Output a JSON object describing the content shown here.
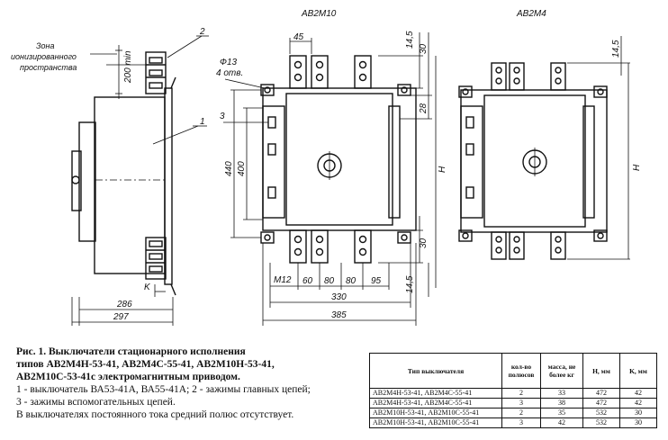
{
  "views": {
    "side": {
      "zone_label_1": "Зона",
      "zone_label_2": "ионизированного",
      "zone_label_3": "пространства",
      "dim_min": "200 min",
      "callout_2": "2",
      "callout_1": "1",
      "dim_286": "286",
      "dim_297": "297",
      "dim_k": "K"
    },
    "front_ab2m10": {
      "title": "АВ2М10",
      "hole_label": "Ф13",
      "holes_count": "4 отв.",
      "callout_3": "3",
      "dim_45": "45",
      "dim_14_5_top": "14,5",
      "dim_30_top": "30",
      "dim_28": "28",
      "dim_h": "H",
      "dim_400": "400",
      "dim_440": "440",
      "dim_30_bottom": "30",
      "dim_14_5_bottom": "14,5",
      "bolt": "M12",
      "dim_60": "60",
      "dim_80a": "80",
      "dim_80b": "80",
      "dim_95": "95",
      "dim_330": "330",
      "dim_385": "385"
    },
    "front_ab2m4": {
      "title": "АВ2М4",
      "dim_14_5": "14,5",
      "dim_h": "H"
    }
  },
  "caption": {
    "line1": "Рис. 1. Выключатели стационарного исполнения",
    "line2": "типов АВ2М4Н-53-41, АВ2М4С-55-41, АВ2М10Н-53-41,",
    "line3": "АВ2М10С-53-41с электромагнитным приводом.",
    "line4": "1 - выключатель ВА53-41А, ВА55-41А; 2 - зажимы главных цепей;",
    "line5": "3 - зажимы вспомогательных цепей.",
    "line6": "В выключателях постоянного тока средний полюс отсутствует."
  },
  "table": {
    "headers": [
      "Тип выключателя",
      "кол-во полюсов",
      "масса, не более кг",
      "H, мм",
      "K, мм"
    ],
    "rows": [
      [
        "АВ2М4Н-53-41, АВ2М4С-55-41",
        "2",
        "33",
        "472",
        "42"
      ],
      [
        "АВ2М4Н-53-41, АВ2М4С-55-41",
        "3",
        "38",
        "472",
        "42"
      ],
      [
        "АВ2М10Н-53-41, АВ2М10С-55-41",
        "2",
        "35",
        "532",
        "30"
      ],
      [
        "АВ2М10Н-53-41, АВ2М10С-55-41",
        "3",
        "42",
        "532",
        "30"
      ]
    ]
  }
}
